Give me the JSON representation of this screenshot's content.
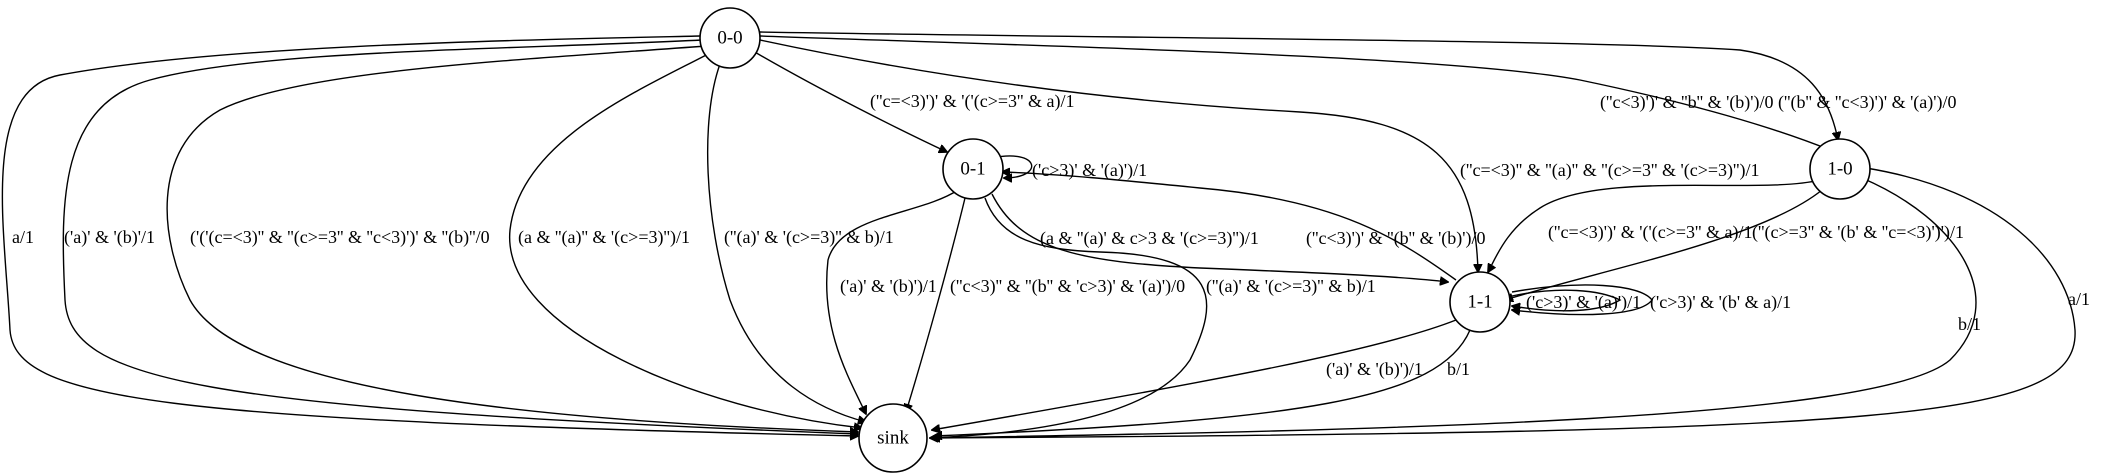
{
  "diagram": {
    "nodes": [
      {
        "id": "n00",
        "label": "0-0"
      },
      {
        "id": "n01",
        "label": "0-1"
      },
      {
        "id": "n10",
        "label": "1-0"
      },
      {
        "id": "n11",
        "label": "1-1"
      },
      {
        "id": "sink",
        "label": "sink"
      }
    ],
    "edges": [
      {
        "from": "0-0",
        "to": "sink",
        "label": "a/1"
      },
      {
        "from": "0-0",
        "to": "sink",
        "label": "('a)' & '(b)'/1"
      },
      {
        "from": "0-0",
        "to": "sink",
        "label": "('('(c=<3)'' & ''(c>=3'' & ''c<3)')' & ''(b)''/0"
      },
      {
        "from": "0-0",
        "to": "sink",
        "label": "(a & ''(a)'' & '(c>=3)'')/1"
      },
      {
        "from": "0-0",
        "to": "sink",
        "label": "(''(a)' & '(c>=3)'' & b)/1"
      },
      {
        "from": "0-0",
        "to": "0-1",
        "label": "(''c=<3)')' & '('(c>=3'' & a)/1"
      },
      {
        "from": "0-0",
        "to": "1-1",
        "label": "(''c=<3)'' & ''(a)'' & ''(c>=3'' & '(c>=3)'')/1"
      },
      {
        "from": "0-0",
        "to": "1-0",
        "label": "(''c<3)')' & ''b'' & '(b)')/0"
      },
      {
        "from": "0-0",
        "to": "1-0",
        "label": "(''(b'' & ''c<3)')' & '(a)')/0"
      },
      {
        "from": "0-1",
        "to": "0-1",
        "label": "('c>3)' & '(a)')/1"
      },
      {
        "from": "0-1",
        "to": "sink",
        "label": "('a)' & '(b)')/1"
      },
      {
        "from": "0-1",
        "to": "sink",
        "label": "(''c<3)'' & ''(b'' & 'c>3)' & '(a)')/0"
      },
      {
        "from": "0-1",
        "to": "sink",
        "label": "(''(a)' & '(c>=3)'' & b)/1"
      },
      {
        "from": "0-1",
        "to": "1-1",
        "label": "(a & ''(a)' & c>3 & '(c>=3)'')/1"
      },
      {
        "from": "1-1",
        "to": "0-1",
        "label": "(''c<3)')' & ''(b'' & '(b)')/0"
      },
      {
        "from": "1-0",
        "to": "1-1",
        "label": "(''c=<3)')' & '('(c>=3'' & a)/1"
      },
      {
        "from": "1-0",
        "to": "1-1",
        "label": "(''(c>=3'' & '(b' & ''c=<3)')')/1"
      },
      {
        "from": "1-0",
        "to": "sink",
        "label": "b/1"
      },
      {
        "from": "1-0",
        "to": "sink",
        "label": "a/1"
      },
      {
        "from": "1-1",
        "to": "1-1",
        "label": "('c>3)' & '(a)')/1"
      },
      {
        "from": "1-1",
        "to": "1-1",
        "label": "('c>3)' & '(b' & a)/1"
      },
      {
        "from": "1-1",
        "to": "sink",
        "label": "('a)' & '(b)')/1"
      },
      {
        "from": "1-1",
        "to": "sink",
        "label": "b/1"
      }
    ]
  }
}
